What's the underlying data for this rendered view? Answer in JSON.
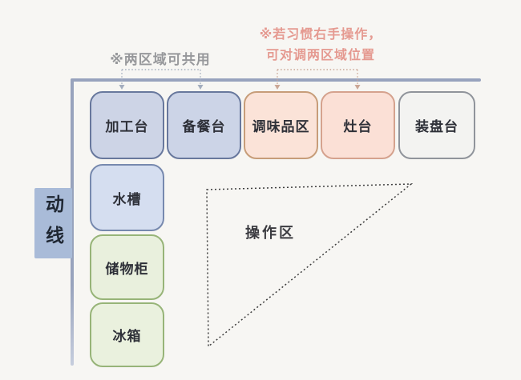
{
  "annotations": {
    "shared_note": "※两区域可共用",
    "right_hand_note_line1": "※若习惯右手操作，",
    "right_hand_note_line2": "可对调两区域位置"
  },
  "flow_label": {
    "label": "动线"
  },
  "work_triangle": {
    "label": "操作区"
  },
  "stations": {
    "top_row": [
      {
        "label": "加工台",
        "fill": "#cdd4e6",
        "border": "#68789d"
      },
      {
        "label": "备餐台",
        "fill": "#ccd4e7",
        "border": "#68789d"
      },
      {
        "label": "调味品区",
        "fill": "#fbe3d8",
        "border": "#c79d79"
      },
      {
        "label": "灶台",
        "fill": "#fbe0d6",
        "border": "#d5a28e"
      },
      {
        "label": "装盘台",
        "fill": "#f3f3f1",
        "border": "#90949b"
      }
    ],
    "left_column": [
      {
        "label": "水槽",
        "fill": "#d5def0",
        "border": "#7789ae"
      },
      {
        "label": "储物柜",
        "fill": "#e9f0dd",
        "border": "#97b478"
      },
      {
        "label": "冰箱",
        "fill": "#eaf1de",
        "border": "#97b478"
      }
    ]
  },
  "colors": {
    "background": "#f7f6f3",
    "wall_line": "#98a3bd",
    "wall_line_fade": "#c6cddd",
    "station_text": "#2e3038",
    "flow_box_fill": "#a9bbd8",
    "flow_box_text": "#1f2733",
    "note_left_text": "#97989b",
    "note_right_text": "#e59a91",
    "bracket_left": "#a3adbe",
    "bracket_right": "#cba796",
    "triangle_stroke": "#3c3c3c",
    "triangle_label_text": "#3b3b40"
  }
}
